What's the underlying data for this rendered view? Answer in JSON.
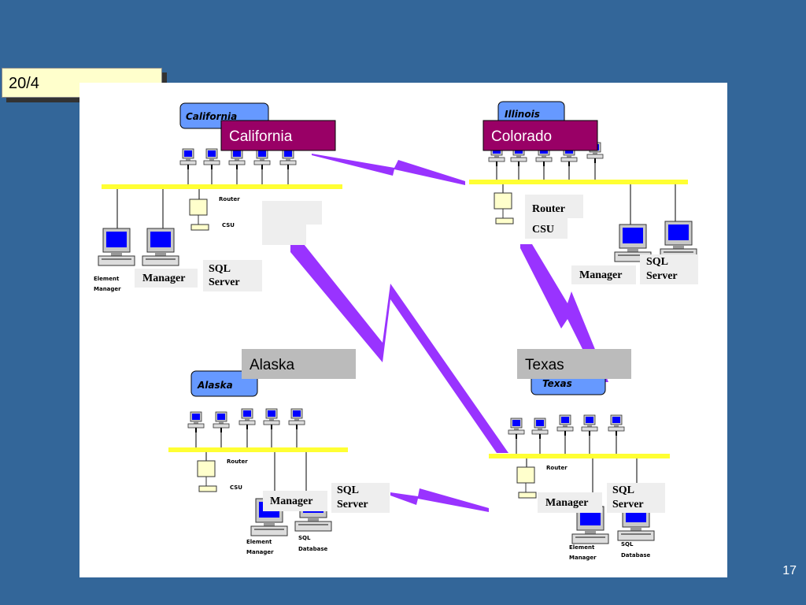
{
  "slide": {
    "date": "20/4",
    "page_number": "17"
  },
  "sites": {
    "california": {
      "header": "California",
      "callout": "California",
      "manager_label": "Manager",
      "sql_line1": "SQL",
      "sql_line2": "Server",
      "router_caption": "Router",
      "csu_caption": "CSU",
      "em_line1": "Element",
      "em_line2": "Manager"
    },
    "illinois": {
      "header": "Illinois",
      "callout": "Colorado",
      "router_label": "Router",
      "csu_label": "CSU",
      "manager_label": "Manager",
      "sql_line1": "SQL",
      "sql_line2": "Server"
    },
    "alaska": {
      "header": "Alaska",
      "callout": "Alaska",
      "manager_label": "Manager",
      "sql_line1": "SQL",
      "sql_line2": "Server",
      "router_caption": "Router",
      "csu_caption": "CSU",
      "em_line1": "Element",
      "em_line2": "Manager",
      "db_line1": "SQL",
      "db_line2": "Database"
    },
    "texas": {
      "header": "Texas",
      "callout": "Texas",
      "manager_label": "Manager",
      "sql_line1": "SQL",
      "sql_line2": "Server",
      "router_caption": "Router",
      "em_line1": "Element",
      "em_line2": "Manager",
      "db_line1": "SQL",
      "db_line2": "Database"
    }
  },
  "colors": {
    "background": "#336699",
    "lan_bus": "#ffff33",
    "wan_link": "#9933ff",
    "callout_magenta": "#990066",
    "callout_gray": "#bbbbbb",
    "header_blue": "#6699ff"
  }
}
